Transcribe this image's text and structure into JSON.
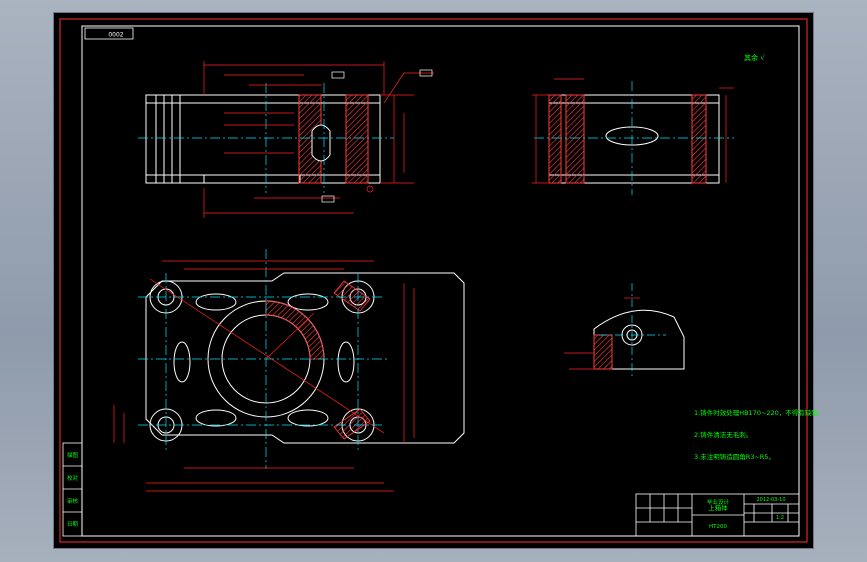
{
  "title_block": {
    "school": "毕业设计",
    "part_name": "上箱体",
    "scale": "1:2",
    "material": "HT200",
    "code": "2012-03-10"
  },
  "border_tag": "0002",
  "roughness_note": "其余 √",
  "notes": [
    "1.铸件时效处理HB170~220，不得有缺陷。",
    "2.铸件清洁无毛刺。",
    "3.未注明铸造圆角R3~R5。"
  ],
  "side_column": [
    "描图",
    "校对",
    "审核",
    "日期"
  ],
  "colors": {
    "outline": "#ffffff",
    "dimension": "#ff2020",
    "center": "#00e5ff",
    "text": "#00ff00",
    "hatch": "#ff3b3b"
  }
}
